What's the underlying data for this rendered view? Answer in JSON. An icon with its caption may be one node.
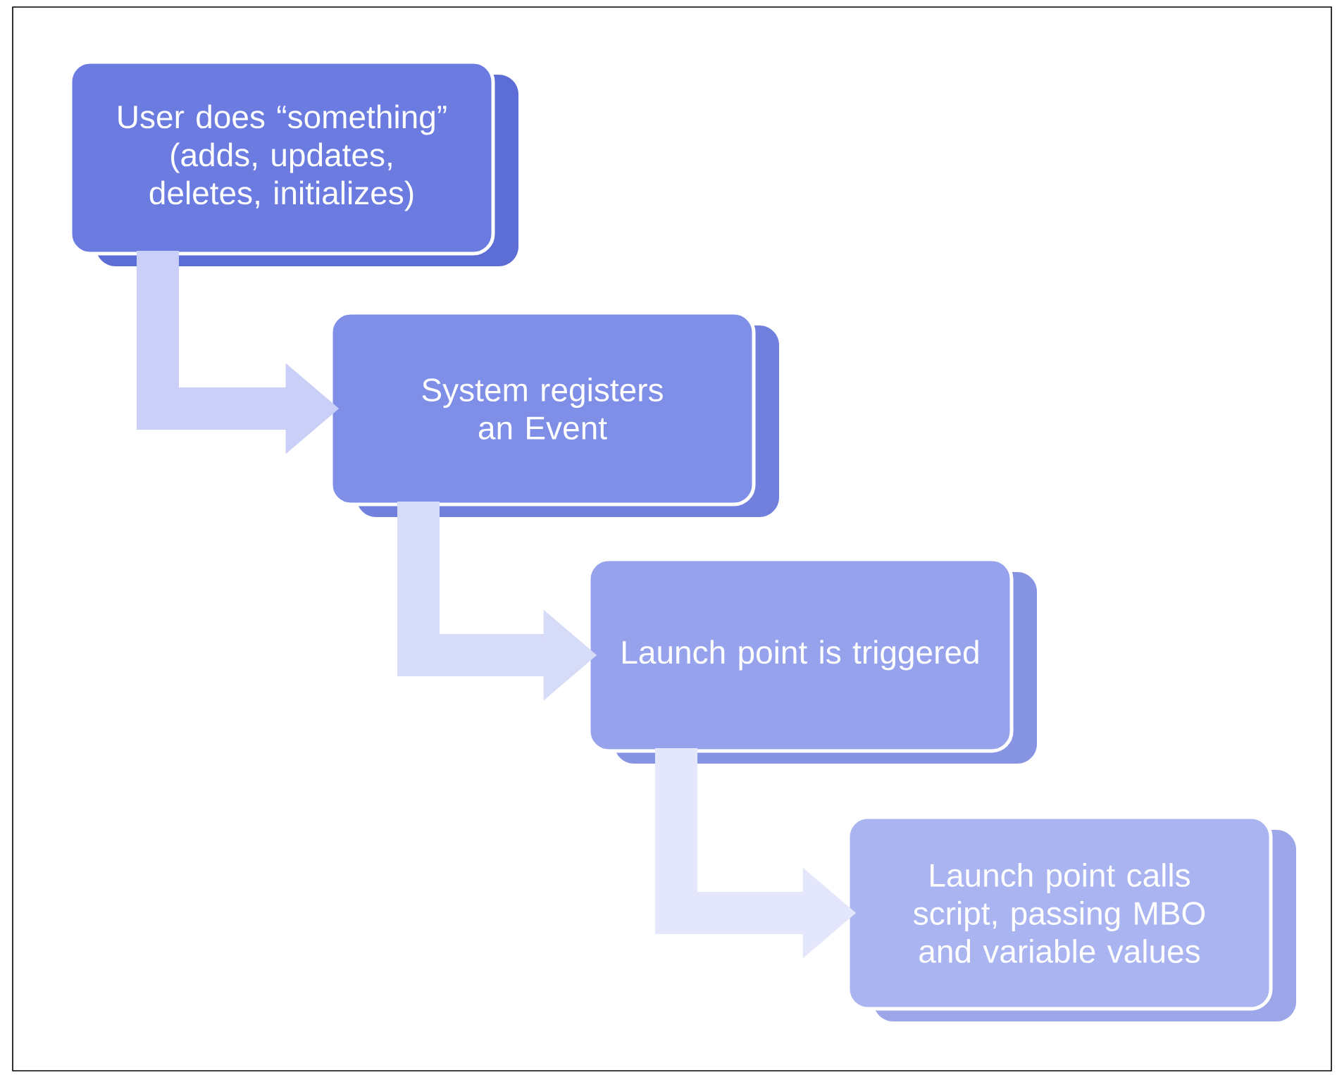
{
  "diagram": {
    "nodes": [
      {
        "text": [
          "User does “something” (adds, updates, deletes, initializes)"
        ]
      },
      {
        "text": [
          "System registers an Event"
        ]
      },
      {
        "text": [
          "Launch point is triggered"
        ]
      },
      {
        "text": [
          "Launch point calls script, passing MBO and variable values"
        ]
      }
    ],
    "edges": [
      {
        "from": 0,
        "to": 1,
        "arrow": "to",
        "color": "#c9cff7"
      },
      {
        "from": 1,
        "to": 2,
        "arrow": "to",
        "color": "#d6dbf8"
      },
      {
        "from": 2,
        "to": 3,
        "arrow": "to",
        "color": "#e4e7fb"
      }
    ]
  }
}
